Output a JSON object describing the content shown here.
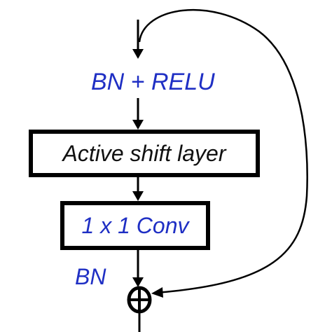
{
  "diagram": {
    "bn_relu_label": "BN + RELU",
    "active_shift_label": "Active shift layer",
    "conv_label": "1 x 1 Conv",
    "bn_label": "BN",
    "colors": {
      "label_blue": "#1f2fc4",
      "text_black": "#111111",
      "stroke": "#000000",
      "background": "#ffffff"
    },
    "icons": {
      "sum": "circled-plus-icon",
      "arrow": "arrowhead-icon"
    }
  }
}
